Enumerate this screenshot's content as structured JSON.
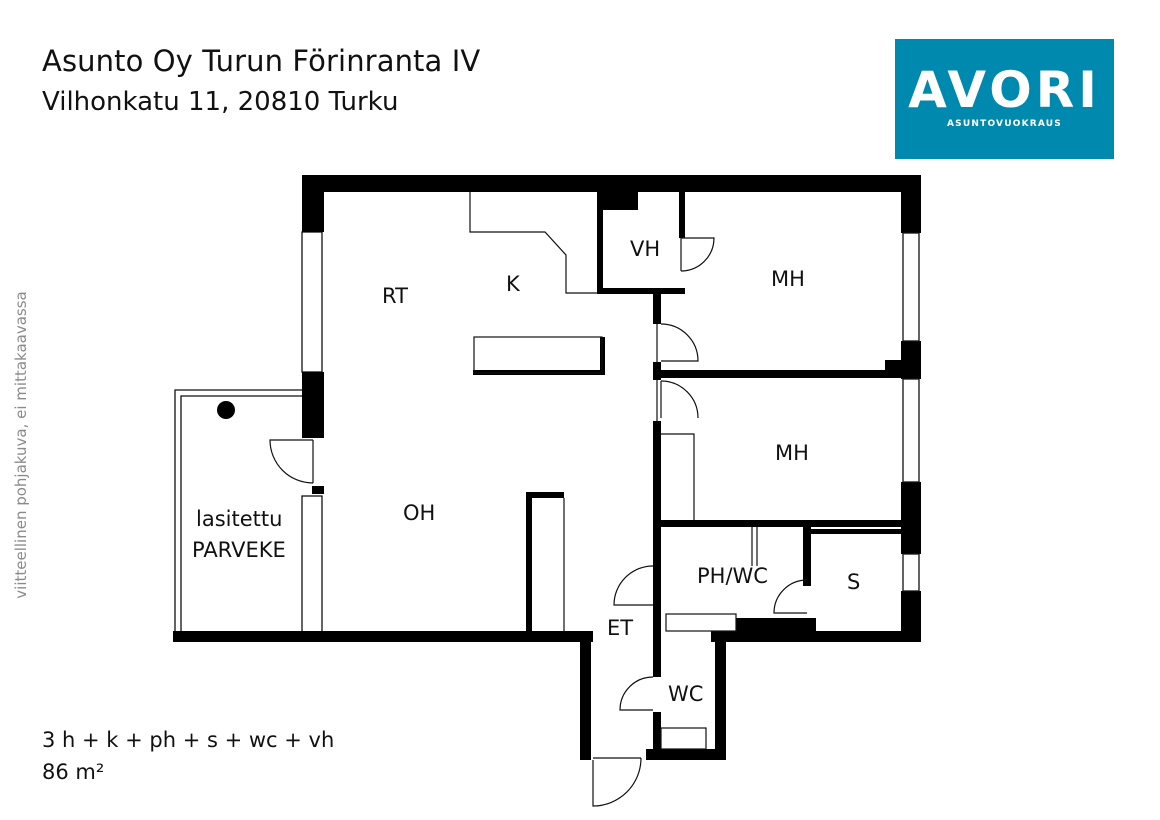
{
  "header": {
    "title": "Asunto Oy Turun Förinranta IV",
    "address": "Vilhonkatu 11, 20810 Turku"
  },
  "logo": {
    "name": "AVORI",
    "tagline": "ASUNTOVUOKRAUS",
    "color": "#0089ae"
  },
  "side_note": "viitteellinen pohjakuva, ei mittakaavassa",
  "rooms": {
    "rt": "RT",
    "k": "K",
    "vh": "VH",
    "mh1": "MH",
    "mh2": "MH",
    "oh": "OH",
    "balcony_line1": "lasitettu",
    "balcony_line2": "PARVEKE",
    "ph_wc": "PH/WC",
    "s": "S",
    "et": "ET",
    "wc": "WC"
  },
  "footer": {
    "room_summary": "3 h + k + ph + s + wc + vh",
    "area": "86 m²"
  }
}
